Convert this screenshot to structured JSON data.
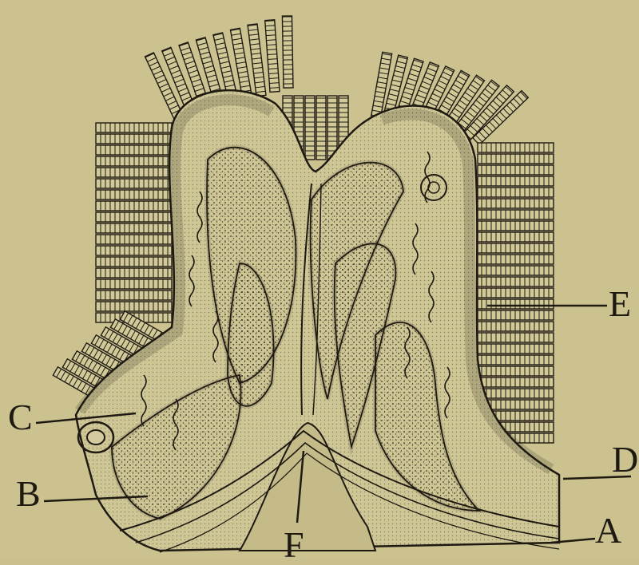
{
  "figure": {
    "background_color": "#cbc290",
    "ink_color": "#1e1a12",
    "labels": {
      "a": "A",
      "b": "B",
      "c": "C",
      "d": "D",
      "e": "E",
      "f": "F"
    }
  }
}
